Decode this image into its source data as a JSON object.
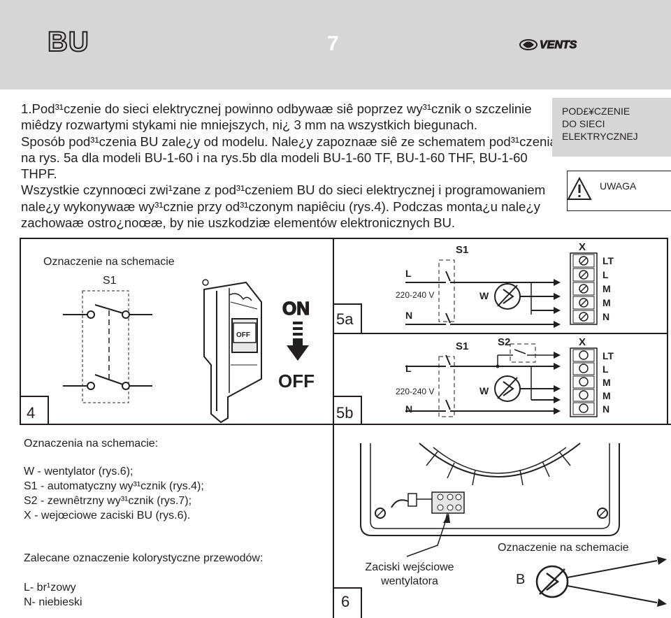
{
  "header": {
    "model": "BU",
    "page_number": "7",
    "brand": "VENTS"
  },
  "intro": {
    "lines": [
      "1.Pod³¹czenie do sieci elektrycznej powinno odbywaæ siê poprzez wy³¹cznik o szczelinie",
      "miêdzy rozwartymi stykami nie mniejszych, ni¿ 3 mm na wszystkich biegunach.",
      "Sposób pod³¹czenia BU zale¿y od modelu. Nale¿y zapoznaæ siê ze schematem pod³¹czenia",
      "na rys. 5a dla modeli BU-1-60 i na rys.5b dla modeli BU-1-60 TF, BU-1-60 THF, BU-1-60",
      "THPF.",
      "Wszystkie czynnoœci zwi¹zane z pod³¹czeniem BU do sieci elektrycznej i programowaniem",
      "nale¿y wykonywaæ wy³¹cznie przy od³¹czonym napiêciu (rys.4). Podczas monta¿u nale¿y",
      "zachowaæ ostro¿noœæ, by nie uszkodziæ elementów elektronicznych BU."
    ]
  },
  "sidebar": {
    "section_lines": [
      "POD£¥CZENIE",
      "DO SIECI",
      "ELEKTRYCZNEJ"
    ],
    "warning": "UWAGA"
  },
  "fig4": {
    "number": "4",
    "title": "Oznaczenie na schemacie",
    "switch_label": "S1",
    "on_label": "ON",
    "off_label": "OFF",
    "switch_text": "OFF"
  },
  "fig5a": {
    "number": "5a",
    "s1": "S1",
    "l": "L",
    "voltage": "220-240 V",
    "n": "N",
    "w": "W",
    "x": "X",
    "terminals": [
      "LT",
      "L",
      "M",
      "M",
      "N"
    ]
  },
  "fig5b": {
    "number": "5b",
    "s1": "S1",
    "s2": "S2",
    "l": "L",
    "voltage": "220-240 V",
    "n": "N",
    "w": "W",
    "x": "X",
    "terminals": [
      "LT",
      "L",
      "M",
      "M",
      "N"
    ]
  },
  "legend": {
    "title": "Oznaczenia na schemacie:",
    "items": [
      "W - wentylator (rys.6);",
      "S1 - automatyczny wy³¹cznik (rys.4);",
      "S2 - zewnêtrzny wy³¹cznik (rys.7);",
      "X - wejœciowe zaciski BU (rys.6)."
    ],
    "color_title": "Zalecane oznaczenie kolorystyczne przewodów:",
    "color_items": [
      "L- br¹zowy",
      "N- niebieski"
    ]
  },
  "fig6": {
    "number": "6",
    "terminal_caption_lines": [
      "Zaciski wejściowe",
      "wentylatora"
    ],
    "scheme_caption": "Oznaczenie na schemacie",
    "b_label": "B"
  }
}
